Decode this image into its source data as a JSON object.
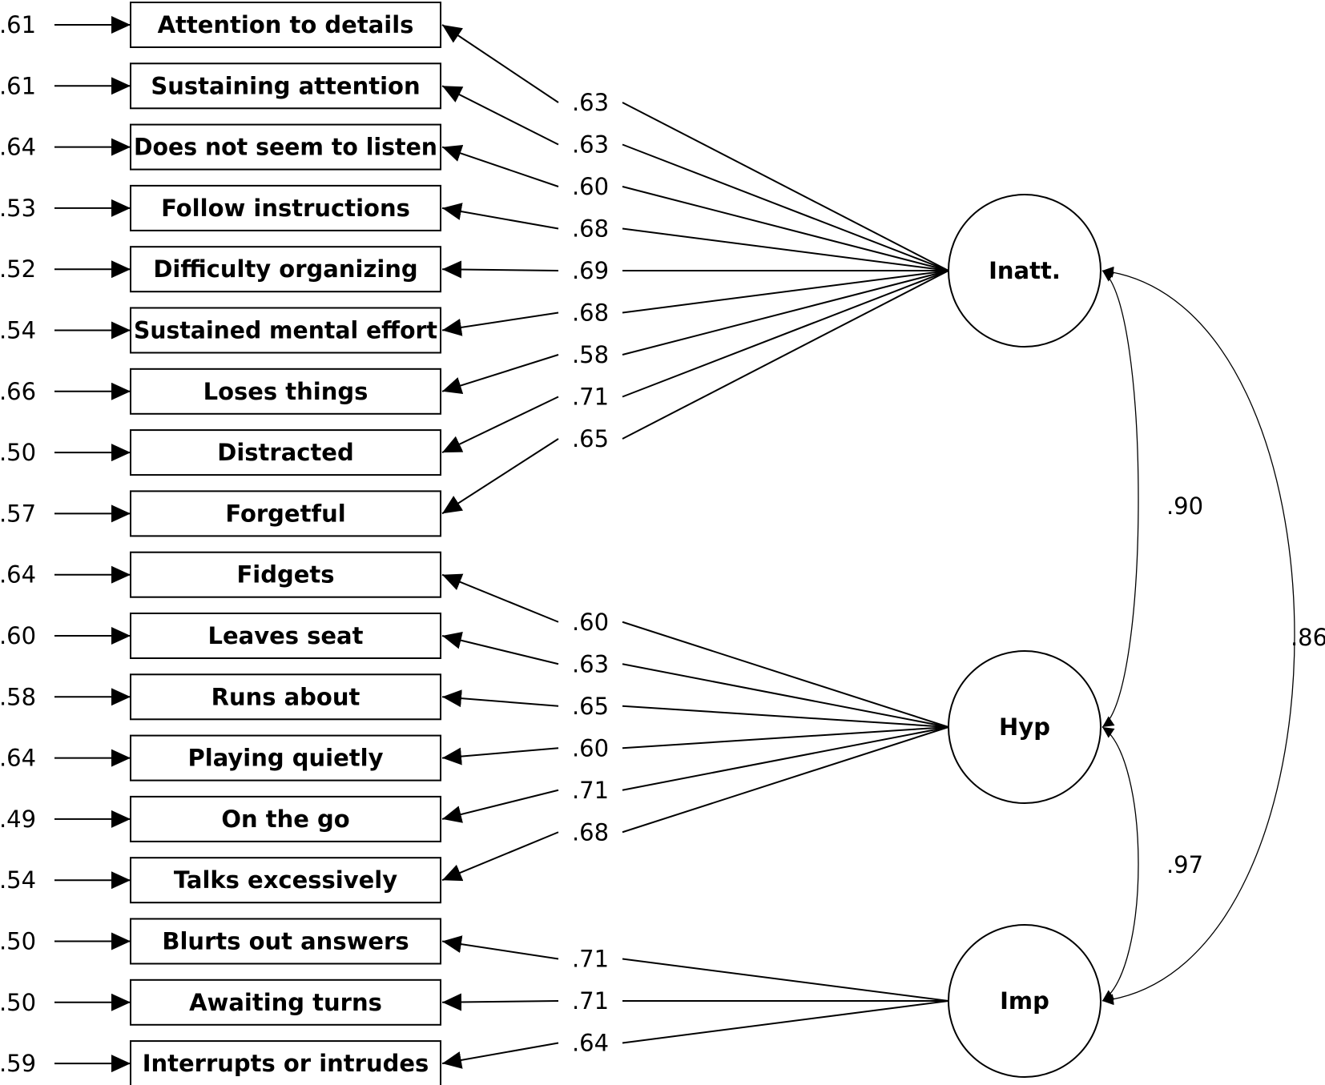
{
  "items": [
    {
      "label": "Attention to details",
      "error": ".61",
      "loading": ".63",
      "factor": "Inatt."
    },
    {
      "label": "Sustaining attention",
      "error": ".61",
      "loading": ".63",
      "factor": "Inatt."
    },
    {
      "label": "Does not seem to listen",
      "error": ".64",
      "loading": ".60",
      "factor": "Inatt."
    },
    {
      "label": "Follow instructions",
      "error": ".53",
      "loading": ".68",
      "factor": "Inatt."
    },
    {
      "label": "Difficulty organizing",
      "error": ".52",
      "loading": ".69",
      "factor": "Inatt."
    },
    {
      "label": "Sustained mental effort",
      "error": ".54",
      "loading": ".68",
      "factor": "Inatt."
    },
    {
      "label": "Loses things",
      "error": ".66",
      "loading": ".58",
      "factor": "Inatt."
    },
    {
      "label": "Distracted",
      "error": ".50",
      "loading": ".71",
      "factor": "Inatt."
    },
    {
      "label": "Forgetful",
      "error": ".57",
      "loading": ".65",
      "factor": "Inatt."
    },
    {
      "label": "Fidgets",
      "error": ".64",
      "loading": ".60",
      "factor": "Hyp"
    },
    {
      "label": "Leaves seat",
      "error": ".60",
      "loading": ".63",
      "factor": "Hyp"
    },
    {
      "label": "Runs about",
      "error": ".58",
      "loading": ".65",
      "factor": "Hyp"
    },
    {
      "label": "Playing quietly",
      "error": ".64",
      "loading": ".60",
      "factor": "Hyp"
    },
    {
      "label": "On the go",
      "error": ".49",
      "loading": ".71",
      "factor": "Hyp"
    },
    {
      "label": "Talks excessively",
      "error": ".54",
      "loading": ".68",
      "factor": "Hyp"
    },
    {
      "label": "Blurts out answers",
      "error": ".50",
      "loading": ".71",
      "factor": "Imp"
    },
    {
      "label": "Awaiting turns",
      "error": ".50",
      "loading": ".71",
      "factor": "Imp"
    },
    {
      "label": "Interrupts or intrudes",
      "error": ".59",
      "loading": ".64",
      "factor": "Imp"
    }
  ],
  "factors": [
    {
      "id": "Inatt.",
      "label": "Inatt."
    },
    {
      "id": "Hyp",
      "label": "Hyp"
    },
    {
      "id": "Imp",
      "label": "Imp"
    }
  ],
  "correlations": [
    {
      "from": "Inatt.",
      "to": "Hyp",
      "value": ".90"
    },
    {
      "from": "Hyp",
      "to": "Imp",
      "value": ".97"
    },
    {
      "from": "Inatt.",
      "to": "Imp",
      "value": ".86"
    }
  ]
}
